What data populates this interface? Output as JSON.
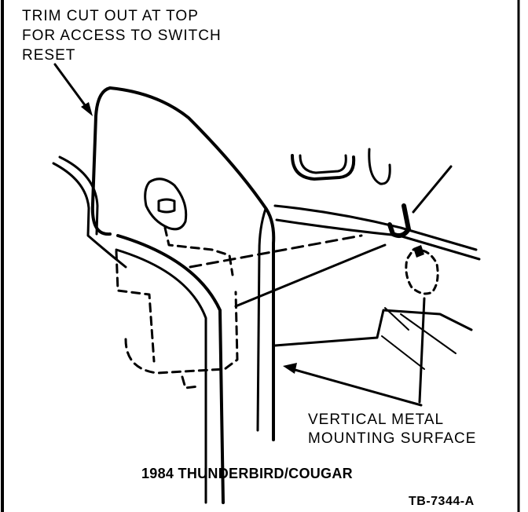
{
  "labels": {
    "trim_line1": "TRIM CUT OUT AT TOP",
    "trim_line2": "FOR ACCESS TO SWITCH",
    "trim_line3": "RESET",
    "surface_line1": "VERTICAL METAL",
    "surface_line2": "MOUNTING SURFACE",
    "caption": "1984 THUNDERBIRD/COUGAR",
    "figure_code": "TB-7344-A"
  },
  "colors": {
    "ink": "#000000",
    "background": "#ffffff"
  }
}
